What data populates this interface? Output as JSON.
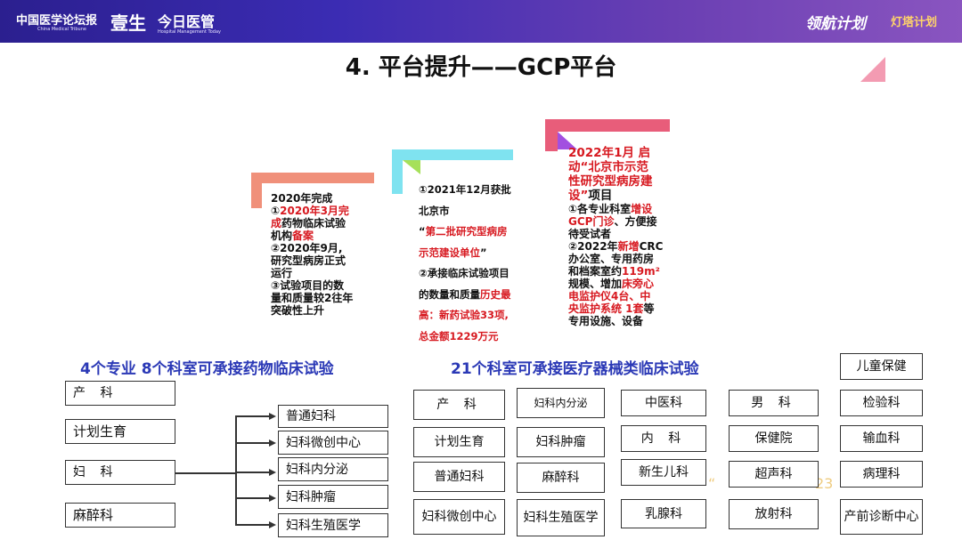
{
  "header": {
    "logo_cn": "中国医学论坛报",
    "logo_en": "China Medical Tribune",
    "brand1": "壹生",
    "brand2": "今日医管",
    "brand2_en": "Hospital Management Today",
    "right1": "领航计划",
    "right2": "灯塔计划"
  },
  "title": "4. 平台提升——GCP平台",
  "milestones": {
    "m2020": {
      "l1": "2020年完成",
      "l2a": "①",
      "l2b": "2020年3月完",
      "l3a": "成",
      "l3b": "药物临床试验",
      "l4a": "机构",
      "l4b": "备案",
      "l5": "②2020年9月,",
      "l6": "研究型病房正式",
      "l7": "运行",
      "l8": "③试验项目的数",
      "l9": "量和质量较2往年",
      "l10": "突破性上升"
    },
    "m2021": {
      "l1": "①2021年12月获批",
      "l2": "北京市",
      "l3a": "“",
      "l3b": "第二批研究型病房",
      "l4a": "示范建设单位",
      "l4b": "”",
      "l5": "②承接临床试验项目",
      "l6a": "的数量和质量",
      "l6b": "历史最",
      "l7": "高：新药试验33项,",
      "l8": "总金额1229万元"
    },
    "m2022": {
      "l1": "2022年1月 启",
      "l2": "动“北京市示范",
      "l3": "性研究型病房建",
      "l4a": "设”",
      "l4b": "项目",
      "l5a": "①各专业科室",
      "l5b": "增设",
      "l6a": "GCP门诊",
      "l6b": "、方便接",
      "l7": "待受试者",
      "l8a": "②2022年",
      "l8b": "新增",
      "l8c": "CRC",
      "l9": "办公室、专用药房",
      "l10a": "和档案室约",
      "l10b": "119m²",
      "l11a": "规模、增加",
      "l11b": "床旁心",
      "l12": "电监护仪4台、中",
      "l13a": "央监护系统 1套",
      "l13b": "等",
      "l14": "专用设施、设备"
    }
  },
  "sections": {
    "drug": "4个专业   8个科室可承接药物临床试验",
    "device": "21个科室可承接医疗器械类临床试验"
  },
  "drug_specialties": [
    "产  科",
    "计划生育",
    "妇  科",
    "麻醉科"
  ],
  "gyn_subdepts": [
    "普通妇科",
    "妇科微创中心",
    "妇科内分泌",
    "妇科肿瘤",
    "妇科生殖医学"
  ],
  "device_depts": {
    "col1": [
      "产  科",
      "计划生育",
      "普通妇科",
      "妇科微创中心"
    ],
    "col2": [
      "妇科内分泌",
      "妇科肿瘤",
      "麻醉科",
      "妇科生殖医学"
    ],
    "col3": [
      "中医科",
      "内  科",
      "新生儿科",
      "乳腺科"
    ],
    "col4": [
      "男  科",
      "保健院",
      "超声科",
      "放射科"
    ],
    "col5": [
      "儿童保健",
      "检验科",
      "输血科",
      "病理科",
      "产前诊断中心"
    ]
  },
  "colors": {
    "header": "#3b2cb3",
    "section_blue": "#2b39b6",
    "bar_2020": "#f0907a",
    "bar_2021": "#7fe3f0",
    "bar_2022": "#e85d7a",
    "accent_green": "#a6e05a",
    "accent_purple": "#a24fe0"
  }
}
